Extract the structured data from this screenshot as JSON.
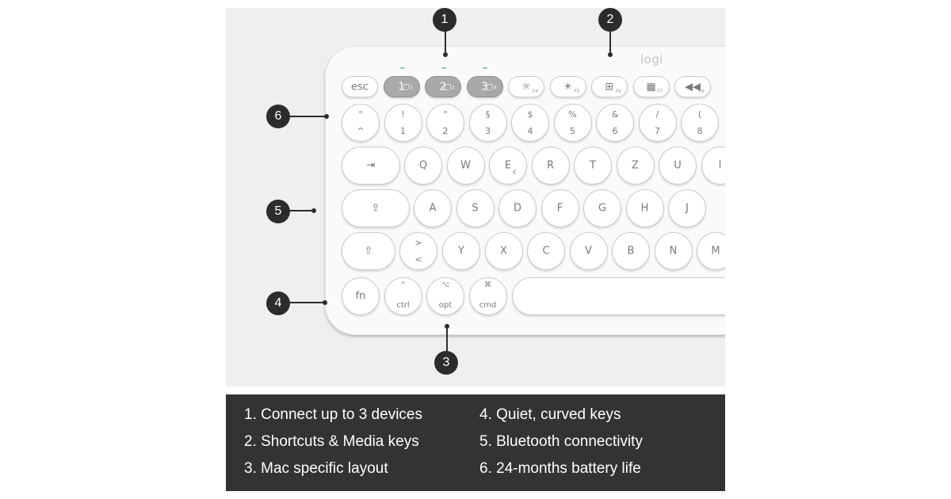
{
  "keyboard": {
    "brand": "logi",
    "fn_row": [
      {
        "label": "esc",
        "fn": ""
      },
      {
        "label": "1",
        "icon": "□₁",
        "fn": "F1",
        "dark": true
      },
      {
        "label": "2",
        "icon": "□₂",
        "fn": "F2",
        "dark": true
      },
      {
        "label": "3",
        "icon": "□₃",
        "fn": "F3",
        "dark": true
      },
      {
        "label": "",
        "icon": "☼",
        "fn": "F4"
      },
      {
        "label": "",
        "icon": "☀",
        "fn": "F5"
      },
      {
        "label": "",
        "icon": "⊞",
        "fn": "F6"
      },
      {
        "label": "",
        "icon": "▦",
        "fn": "F7"
      },
      {
        "label": "",
        "icon": "◀◀",
        "fn": "F8"
      }
    ],
    "number_row": [
      {
        "top": "°",
        "bottom": "^"
      },
      {
        "top": "!",
        "bottom": "1"
      },
      {
        "top": "\"",
        "bottom": "2"
      },
      {
        "top": "§",
        "bottom": "3"
      },
      {
        "top": "$",
        "bottom": "4"
      },
      {
        "top": "%",
        "bottom": "5"
      },
      {
        "top": "&",
        "bottom": "6"
      },
      {
        "top": "/",
        "bottom": "7"
      },
      {
        "top": "(",
        "bottom": "8"
      }
    ],
    "tab_row": {
      "tab": "⇥",
      "keys": [
        "Q",
        "W",
        "E",
        "R",
        "T",
        "Z",
        "U",
        "I"
      ],
      "e_sub": "€"
    },
    "home_row": {
      "caps": "⇪",
      "keys": [
        "A",
        "S",
        "D",
        "F",
        "G",
        "H",
        "J"
      ]
    },
    "shift_row": {
      "shift": "⇧",
      "angle_top": ">",
      "angle_bottom": "<",
      "keys": [
        "Y",
        "X",
        "C",
        "V",
        "B",
        "N",
        "M"
      ]
    },
    "bottom_row": [
      {
        "icon": "",
        "label": "fn"
      },
      {
        "icon": "^",
        "label": "ctrl"
      },
      {
        "icon": "⌥",
        "label": "opt"
      },
      {
        "icon": "⌘",
        "label": "cmd"
      }
    ]
  },
  "callouts": [
    "1",
    "2",
    "3",
    "4",
    "5",
    "6"
  ],
  "features": [
    "1. Connect up to 3 devices",
    "2. Shortcuts & Media keys",
    "3. Mac specific layout",
    "4. Quiet, curved keys",
    "5. Bluetooth connectivity",
    "6. 24-months battery life"
  ],
  "colors": {
    "panel": "#323334",
    "callout": "#2c2c2c",
    "key_dark": "#a9a9a9",
    "led": "#8fc8b8"
  }
}
